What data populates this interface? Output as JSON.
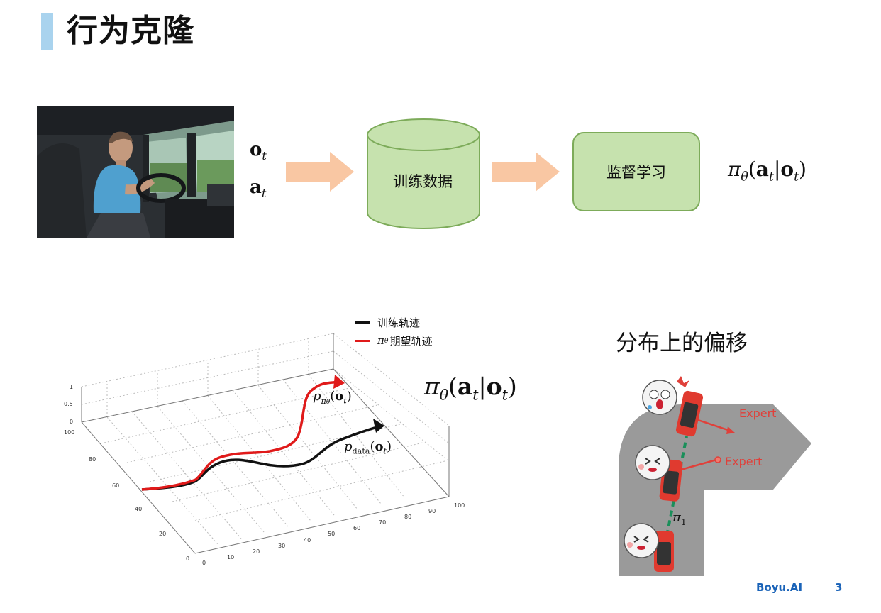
{
  "slide": {
    "title": "行为克隆",
    "footer_brand": "Boyu.AI",
    "page_number": "3"
  },
  "pipeline": {
    "obs_symbol": "o",
    "obs_sub": "t",
    "act_symbol": "a",
    "act_sub": "t",
    "dataset_label": "训练数据",
    "learning_label": "监督学习",
    "arrow_color": "#f9c7a3",
    "box_fill": "#c6e2ae",
    "box_stroke": "#7dab5a"
  },
  "policy_formula": {
    "pi": "π",
    "theta": "θ",
    "a": "a",
    "a_sub": "t",
    "o": "o",
    "o_sub": "t"
  },
  "plot": {
    "legend": [
      {
        "label": "训练轨迹",
        "color": "#111111"
      },
      {
        "label": "期望轨迹",
        "prefix_pi": "π",
        "prefix_theta": "θ",
        "color": "#e01a1a"
      }
    ],
    "curve_labels": {
      "p_pi": "p",
      "p_pi_sub_pi": "π",
      "p_pi_sub_theta": "θ",
      "p_data": "p",
      "p_data_sub": "data",
      "o": "o",
      "o_sub": "t"
    },
    "z_ticks": [
      "1",
      "0.5",
      "0"
    ],
    "y_ticks": [
      "100",
      "80",
      "60",
      "40",
      "20",
      "0"
    ],
    "x_ticks": [
      "0",
      "10",
      "20",
      "30",
      "40",
      "50",
      "60",
      "70",
      "80",
      "90",
      "100"
    ]
  },
  "distribution_shift": {
    "title": "分布上的偏移",
    "expert_label_1": "Expert",
    "expert_label_2": "Expert",
    "policy_symbol": "π",
    "policy_sub": "1",
    "road_color": "#9a9a9a",
    "expert_color": "#e0403a"
  }
}
